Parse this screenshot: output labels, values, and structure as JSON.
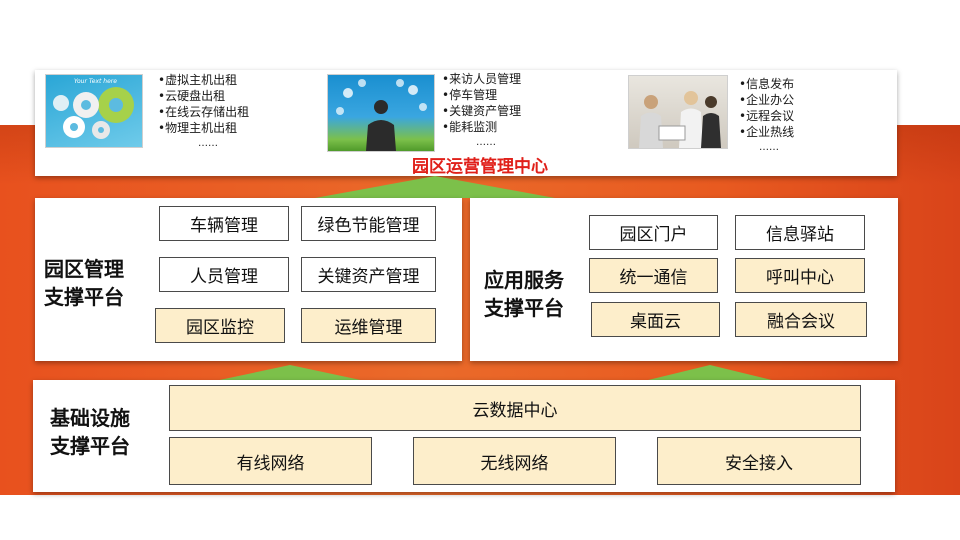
{
  "top": {
    "title": "园区运营管理中心",
    "panels": [
      {
        "image": "gears-illustration",
        "image_caption": "Your Text here",
        "bullets": [
          "•虚拟主机出租",
          "•云硬盘出租",
          "•在线云存储出租",
          "•物理主机出租"
        ],
        "more": "……"
      },
      {
        "image": "businessman-network-icons",
        "bullets": [
          "•来访人员管理",
          "•停车管理",
          "•关键资产管理",
          "•能耗监测"
        ],
        "more": "……"
      },
      {
        "image": "office-meeting-photo",
        "bullets": [
          "•信息发布",
          "•企业办公",
          "•远程会议",
          "•企业热线"
        ],
        "more": "……"
      }
    ]
  },
  "park_mgmt": {
    "title_line1": "园区管理",
    "title_line2": "支撑平台",
    "items": [
      "车辆管理",
      "绿色节能管理",
      "人员管理",
      "关键资产管理",
      "园区监控",
      "运维管理"
    ]
  },
  "app_service": {
    "title_line1": "应用服务",
    "title_line2": "支撑平台",
    "items": [
      "园区门户",
      "信息驿站",
      "统一通信",
      "呼叫中心",
      "桌面云",
      "融合会议"
    ]
  },
  "infra": {
    "title_line1": "基础设施",
    "title_line2": "支撑平台",
    "datacenter": "云数据中心",
    "items": [
      "有线网络",
      "无线网络",
      "安全接入"
    ]
  },
  "colors": {
    "accent_red": "#e0201a",
    "band_orange": "#e8511e",
    "arrow_green": "#7cc04a",
    "box_cream": "#fdeecb"
  }
}
